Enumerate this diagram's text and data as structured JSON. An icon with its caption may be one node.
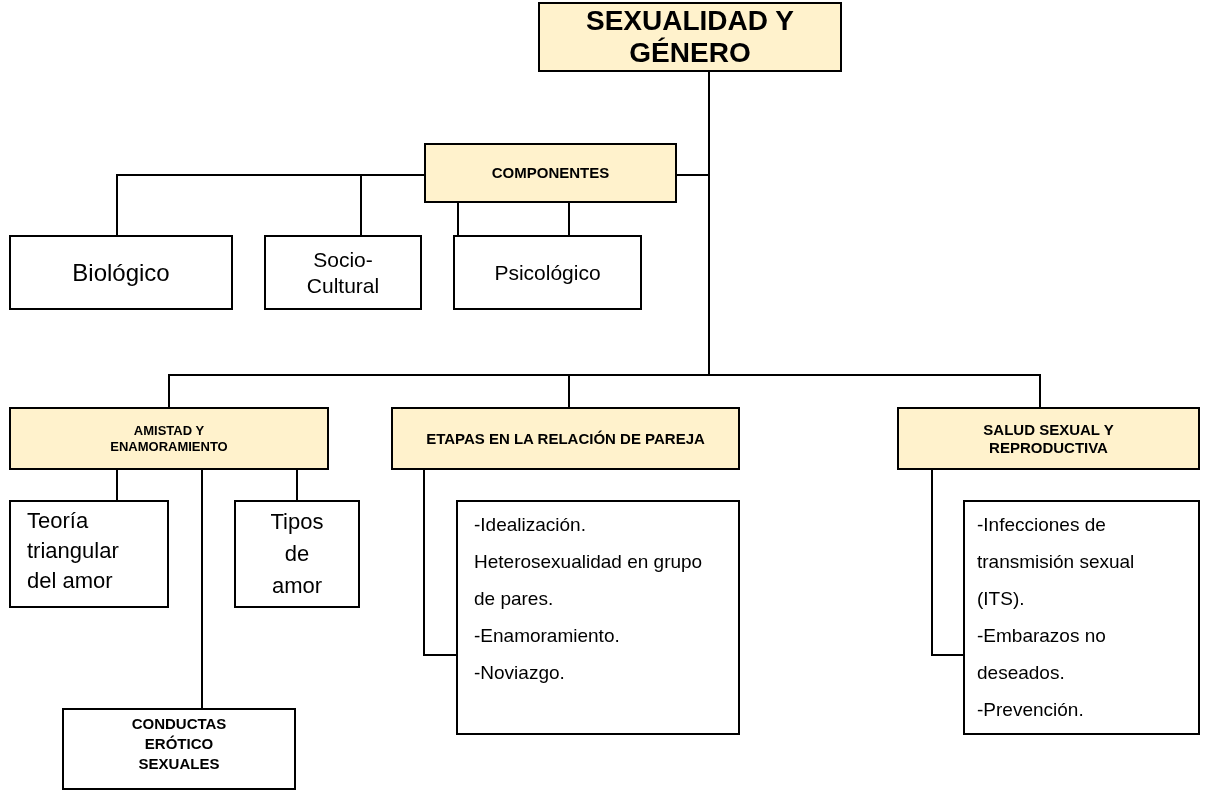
{
  "diagram": {
    "nodes": [
      {
        "text": [
          "SEXUALIDAD Y GÉNERO"
        ]
      },
      {
        "text": [
          "COMPONENTES"
        ]
      },
      {
        "text": [
          "Biológico"
        ]
      },
      {
        "text": [
          "Socio-Cultural"
        ]
      },
      {
        "text": [
          "Psicológico"
        ]
      },
      {
        "text": [
          "AMISTAD Y ENAMORAMIENTO"
        ]
      },
      {
        "text": [
          "ETAPAS EN LA RELACIÓN DE PAREJA"
        ]
      },
      {
        "text": [
          "SALUD SEXUAL Y REPRODUCTIVA"
        ]
      },
      {
        "text": [
          "Teoría triangular del amor"
        ]
      },
      {
        "text": [
          "Tipos de amor"
        ]
      },
      {
        "text": [
          "CONDUCTAS ERÓTICO SEXUALES"
        ]
      },
      {
        "text": [
          "-Idealización. Heterosexualidad en grupo de pares.",
          "-Enamoramiento.",
          "-Noviazgo."
        ]
      },
      {
        "text": [
          "-Infecciones de transmisión sexual (ITS).",
          "-Embarazos no deseados.",
          "-Prevención."
        ]
      }
    ],
    "edges": [
      {
        "from": 0,
        "to": 1,
        "arrow": "none"
      },
      {
        "from": 1,
        "to": 2,
        "arrow": "none"
      },
      {
        "from": 1,
        "to": 3,
        "arrow": "none"
      },
      {
        "from": 1,
        "to": 4,
        "arrow": "none"
      },
      {
        "from": 1,
        "to": 4,
        "arrow": "none"
      },
      {
        "from": 0,
        "to": 5,
        "arrow": "none"
      },
      {
        "from": 0,
        "to": 6,
        "arrow": "none"
      },
      {
        "from": 0,
        "to": 7,
        "arrow": "none"
      },
      {
        "from": 5,
        "to": 8,
        "arrow": "none"
      },
      {
        "from": 5,
        "to": 10,
        "arrow": "none"
      },
      {
        "from": 5,
        "to": 9,
        "arrow": "none"
      },
      {
        "from": 6,
        "to": 11,
        "arrow": "none"
      },
      {
        "from": 7,
        "to": 12,
        "arrow": "none"
      }
    ]
  }
}
